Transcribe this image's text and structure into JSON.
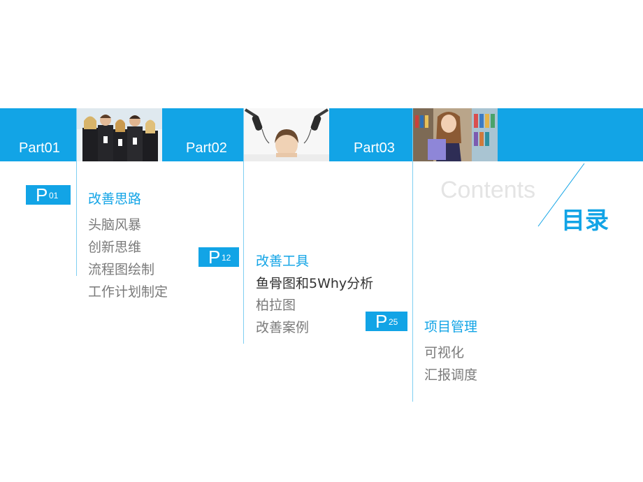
{
  "band": {
    "parts": [
      "Part01",
      "Part02",
      "Part03"
    ]
  },
  "header": {
    "contents": "Contents",
    "title": "目录"
  },
  "sections": [
    {
      "badge": {
        "letter": "P",
        "num": "01"
      },
      "title": "改善思路",
      "items": [
        "头脑风暴",
        "创新思维",
        "流程图绘制",
        "工作计划制定"
      ]
    },
    {
      "badge": {
        "letter": "P",
        "num": "12"
      },
      "title": "改善工具",
      "items": [
        "鱼骨图和5Why分析",
        "柏拉图",
        "改善案例"
      ]
    },
    {
      "badge": {
        "letter": "P",
        "num": "25"
      },
      "title": "项目管理",
      "items": [
        "可视化",
        "汇报调度"
      ]
    }
  ],
  "colors": {
    "accent": "#12a4e6",
    "text_gray": "#7a7a7a",
    "contents_gray": "#e4e4e4"
  }
}
